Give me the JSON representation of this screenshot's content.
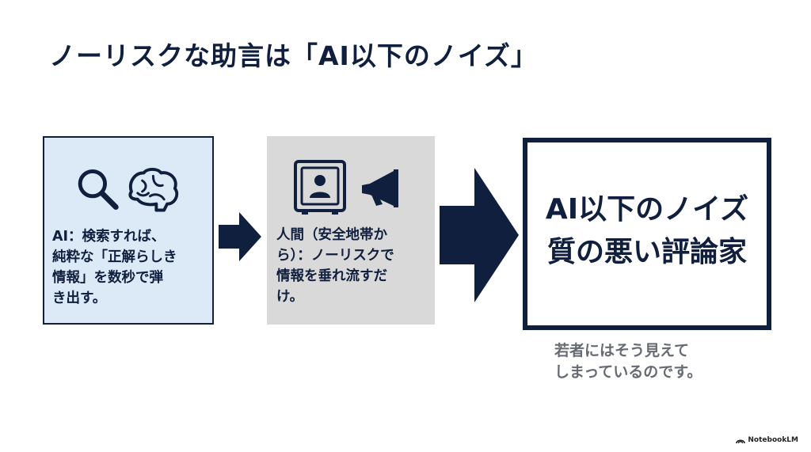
{
  "slide": {
    "title": "ノーリスクな助言は「AI以下のノイズ」"
  },
  "ai_box": {
    "icons": [
      "magnifier-icon",
      "brain-icon"
    ],
    "text": "AI：検索すれば、\n純粋な「正解らしき\n情報」を数秒で弾\nき出す。"
  },
  "human_box": {
    "icons": [
      "safe-icon",
      "megaphone-icon"
    ],
    "text": "人間（安全地帯か\nら）：ノーリスクで\n情報を垂れ流すだ\nけ。"
  },
  "result_box": {
    "text": "AI以下のノイズ\n質の悪い評論家"
  },
  "caption": {
    "text": "若者にはそう見えて\nしまっているのです。"
  },
  "footer": {
    "brand": "NotebookLM",
    "brand_icon": "notebooklm-logo-icon"
  },
  "colors": {
    "navy": "#0f1f3d",
    "ai_box_bg": "#dce9f7",
    "human_box_bg": "#d9d9d9",
    "caption": "#666b73"
  }
}
